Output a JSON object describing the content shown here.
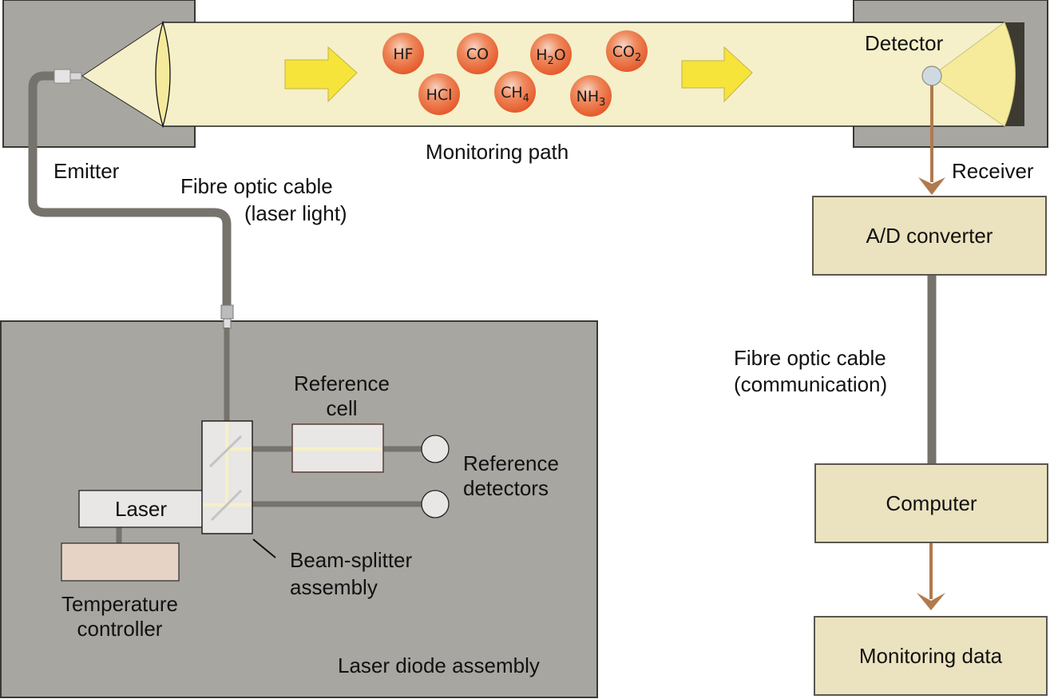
{
  "diagram": {
    "title": "Tunable diode laser gas monitoring system",
    "colors": {
      "housing": "#a8a6a1",
      "beam": "#f5f0c9",
      "arrow_yellow": "#f6e43a",
      "molecule": "#e8643a",
      "cable": "#76736d",
      "signal_arrow": "#b07a4e",
      "box_fill": "#ebe3bf",
      "temp_controller": "#e6d3c6"
    },
    "labels": {
      "emitter": "Emitter",
      "monitoring_path": "Monitoring path",
      "detector": "Detector",
      "receiver": "Receiver",
      "fibre_laser_line1": "Fibre optic cable",
      "fibre_laser_line2": "(laser light)",
      "fibre_comm_line1": "Fibre optic cable",
      "fibre_comm_line2": "(communication)",
      "reference_cell_line1": "Reference",
      "reference_cell_line2": "cell",
      "reference_detectors_line1": "Reference",
      "reference_detectors_line2": "detectors",
      "laser": "Laser",
      "temperature_controller_line1": "Temperature",
      "temperature_controller_line2": "controller",
      "beam_splitter_line1": "Beam-splitter",
      "beam_splitter_line2": "assembly",
      "laser_diode_assembly": "Laser diode assembly"
    },
    "molecules": [
      {
        "base": "HF",
        "sub": ""
      },
      {
        "base": "CO",
        "sub": ""
      },
      {
        "base": "H",
        "sub": "2",
        "tail": "O"
      },
      {
        "base": "CO",
        "sub": "2"
      },
      {
        "base": "HCl",
        "sub": ""
      },
      {
        "base": "CH",
        "sub": "4"
      },
      {
        "base": "NH",
        "sub": "3"
      }
    ],
    "flow_boxes": {
      "ad_converter": "A/D converter",
      "computer": "Computer",
      "monitoring_data": "Monitoring data"
    }
  }
}
